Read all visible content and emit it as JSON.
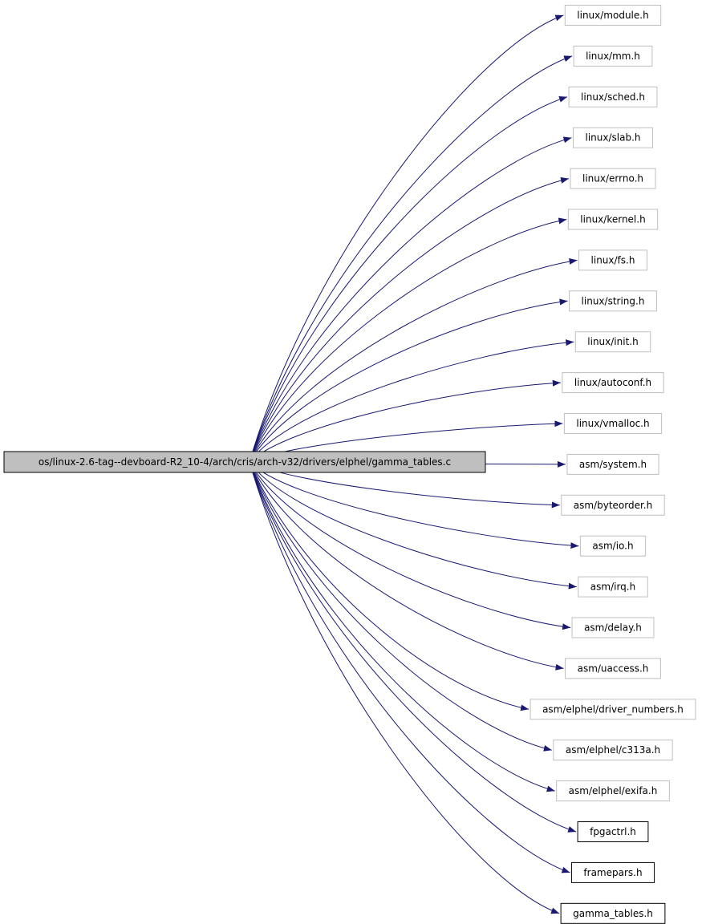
{
  "graph": {
    "source": "os/linux-2.6-tag--devboard-R2_10-4/arch/cris/arch-v32/drivers/elphel/gamma_tables.c",
    "colors": {
      "edge": "#191970",
      "source_fill": "#bfbfbf",
      "source_border": "#000000",
      "undocumented_border": "#bfbfbf",
      "documented_border": "#000000",
      "node_fill": "#ffffff",
      "text": "#000000"
    },
    "targets": [
      {
        "label": "linux/module.h",
        "documented": false
      },
      {
        "label": "linux/mm.h",
        "documented": false
      },
      {
        "label": "linux/sched.h",
        "documented": false
      },
      {
        "label": "linux/slab.h",
        "documented": false
      },
      {
        "label": "linux/errno.h",
        "documented": false
      },
      {
        "label": "linux/kernel.h",
        "documented": false
      },
      {
        "label": "linux/fs.h",
        "documented": false
      },
      {
        "label": "linux/string.h",
        "documented": false
      },
      {
        "label": "linux/init.h",
        "documented": false
      },
      {
        "label": "linux/autoconf.h",
        "documented": false
      },
      {
        "label": "linux/vmalloc.h",
        "documented": false
      },
      {
        "label": "asm/system.h",
        "documented": false
      },
      {
        "label": "asm/byteorder.h",
        "documented": false
      },
      {
        "label": "asm/io.h",
        "documented": false
      },
      {
        "label": "asm/irq.h",
        "documented": false
      },
      {
        "label": "asm/delay.h",
        "documented": false
      },
      {
        "label": "asm/uaccess.h",
        "documented": false
      },
      {
        "label": "asm/elphel/driver_numbers.h",
        "documented": false
      },
      {
        "label": "asm/elphel/c313a.h",
        "documented": false
      },
      {
        "label": "asm/elphel/exifa.h",
        "documented": false
      },
      {
        "label": "fpgactrl.h",
        "documented": true
      },
      {
        "label": "framepars.h",
        "documented": true
      },
      {
        "label": "gamma_tables.h",
        "documented": true
      }
    ]
  }
}
